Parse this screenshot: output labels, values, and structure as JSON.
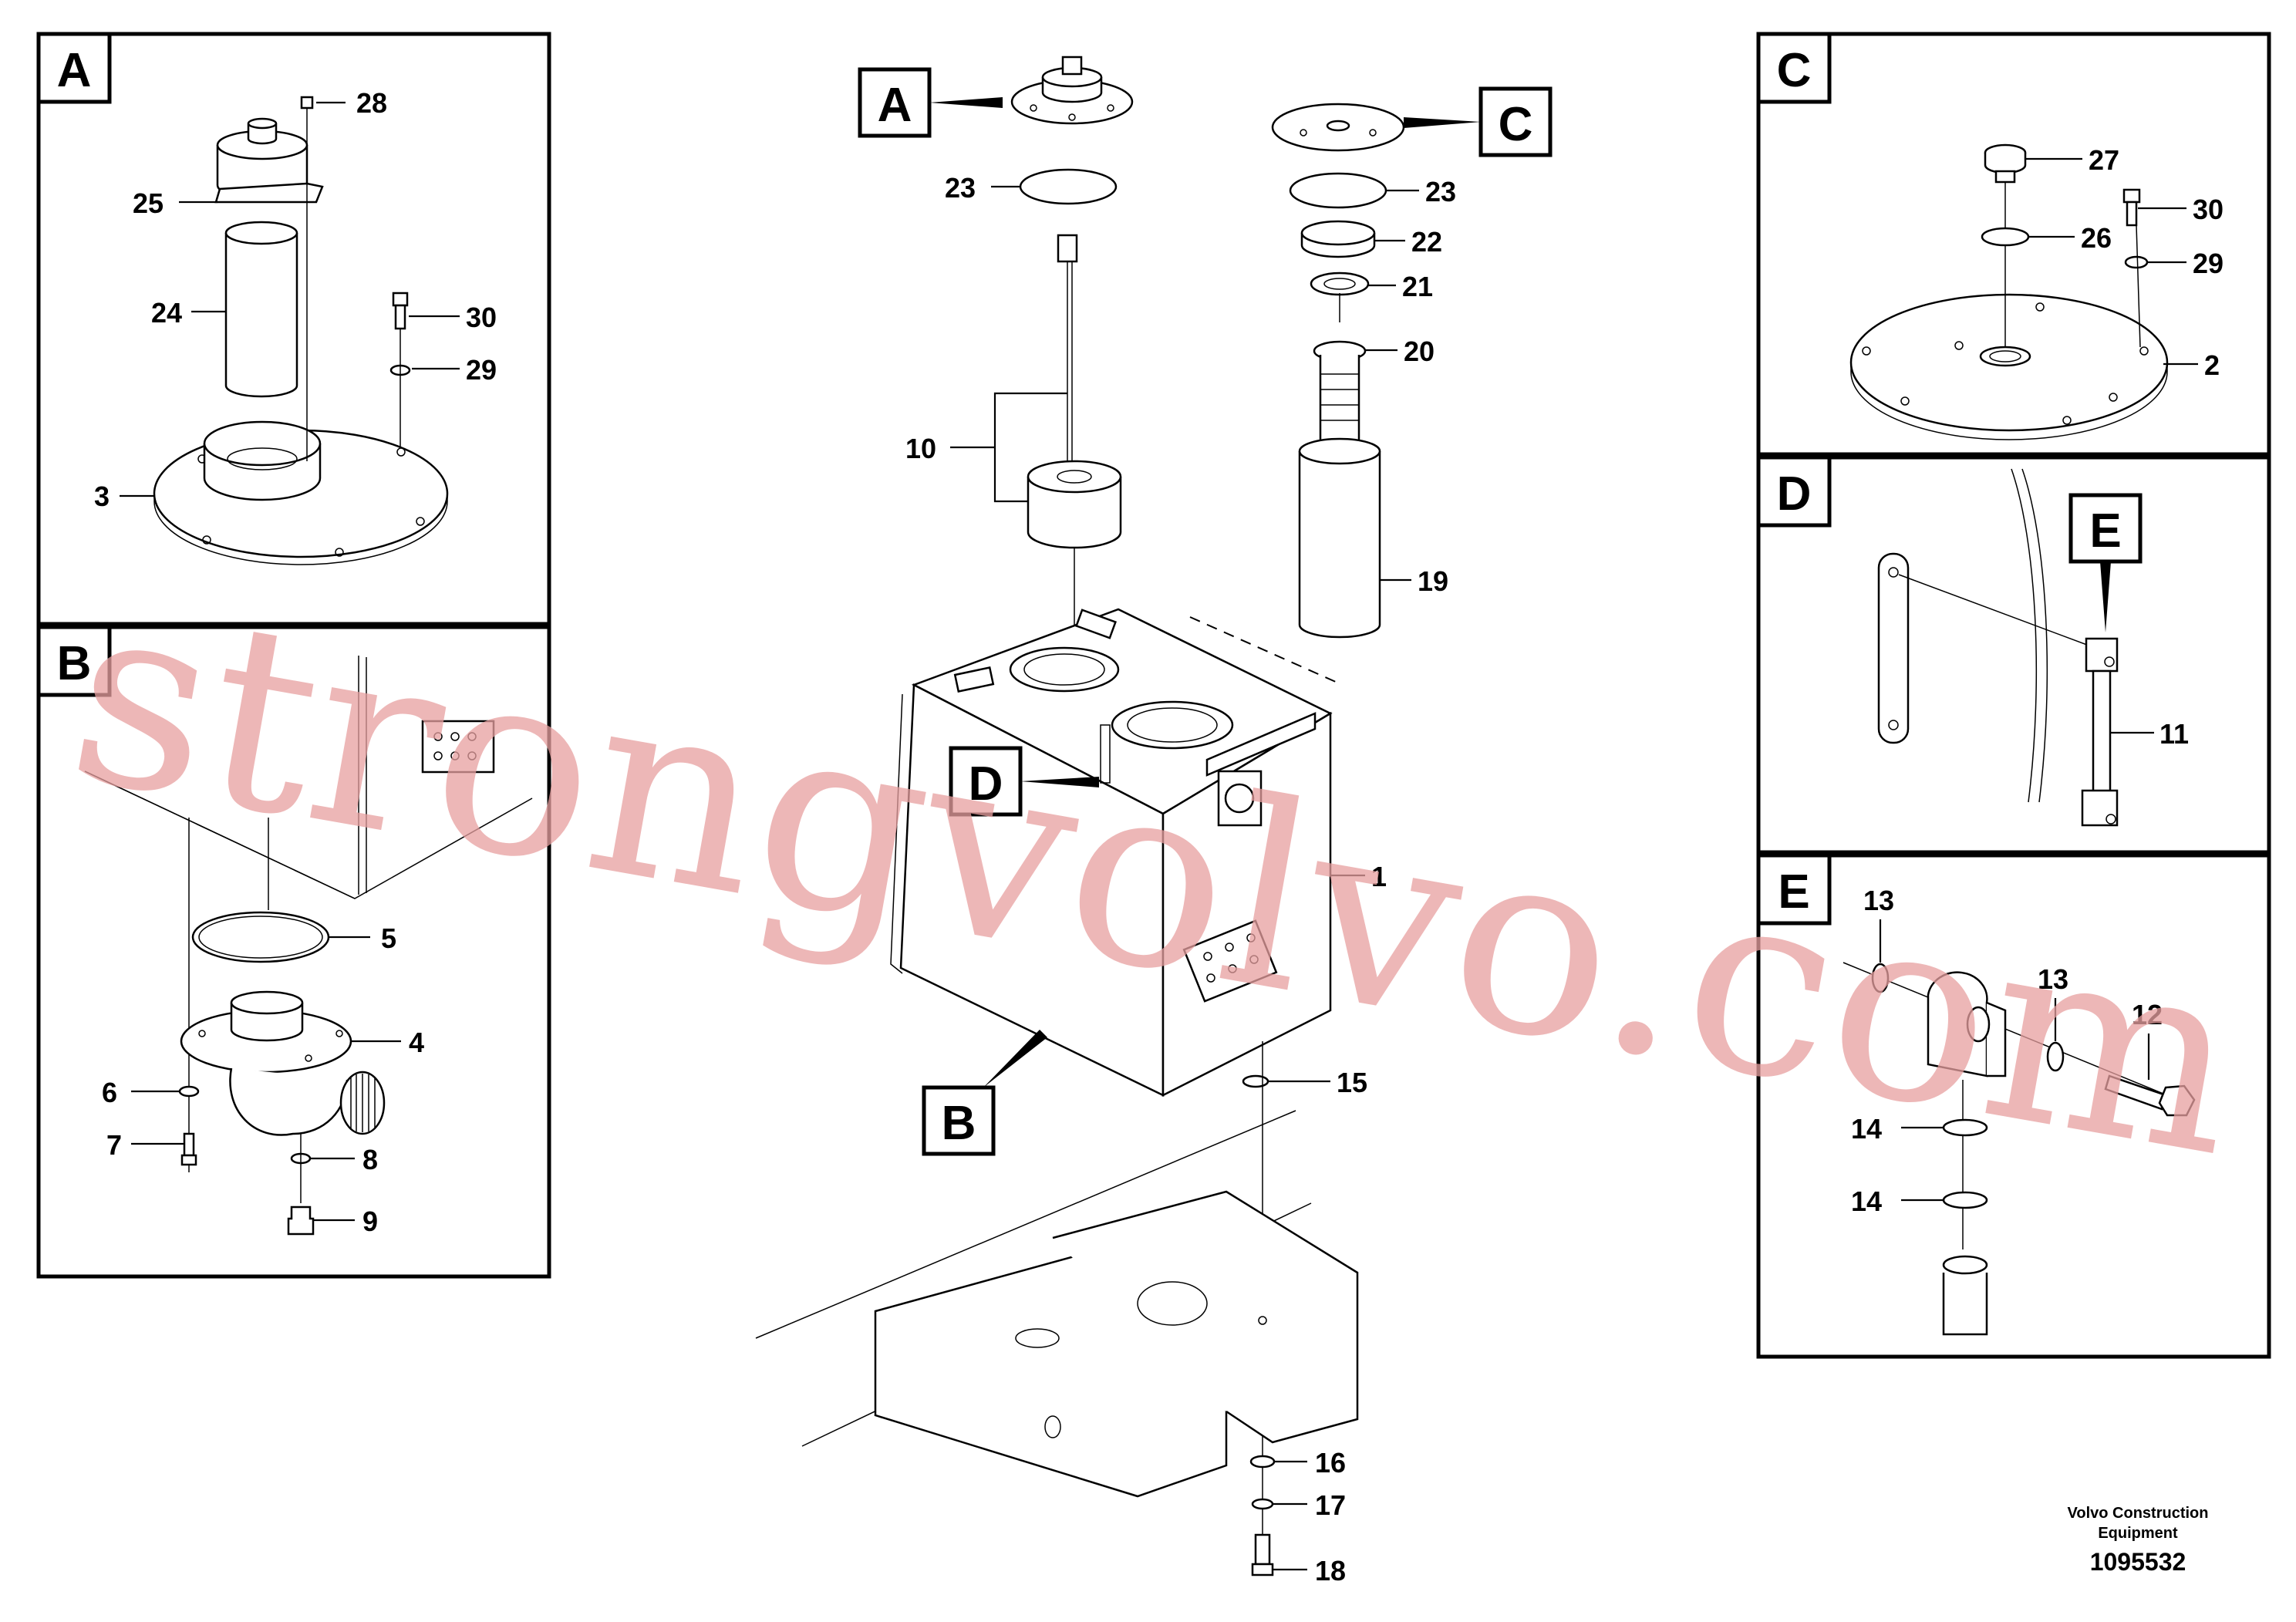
{
  "panels": {
    "A": "A",
    "B": "B",
    "C": "C",
    "D": "D",
    "E": "E"
  },
  "callouts": {
    "A": "A",
    "B": "B",
    "C": "C",
    "D": "D",
    "E": "E"
  },
  "parts": {
    "p1": "1",
    "p2": "2",
    "p3": "3",
    "p4": "4",
    "p5": "5",
    "p6": "6",
    "p7": "7",
    "p8": "8",
    "p9": "9",
    "p10": "10",
    "p11": "11",
    "p12": "12",
    "p13": "13",
    "p14": "14",
    "p15": "15",
    "p16": "16",
    "p17": "17",
    "p18": "18",
    "p19": "19",
    "p20": "20",
    "p21": "21",
    "p22": "22",
    "p23": "23",
    "p24": "24",
    "p25": "25",
    "p26": "26",
    "p27": "27",
    "p28": "28",
    "p29": "29",
    "p30": "30"
  },
  "watermark": "strongvolvo.com",
  "footer": {
    "brand_line1": "Volvo Construction",
    "brand_line2": "Equipment",
    "drawing_number": "1095532"
  },
  "colors": {
    "line": "#000000",
    "watermark": "#e8a0a0",
    "background": "#ffffff"
  }
}
